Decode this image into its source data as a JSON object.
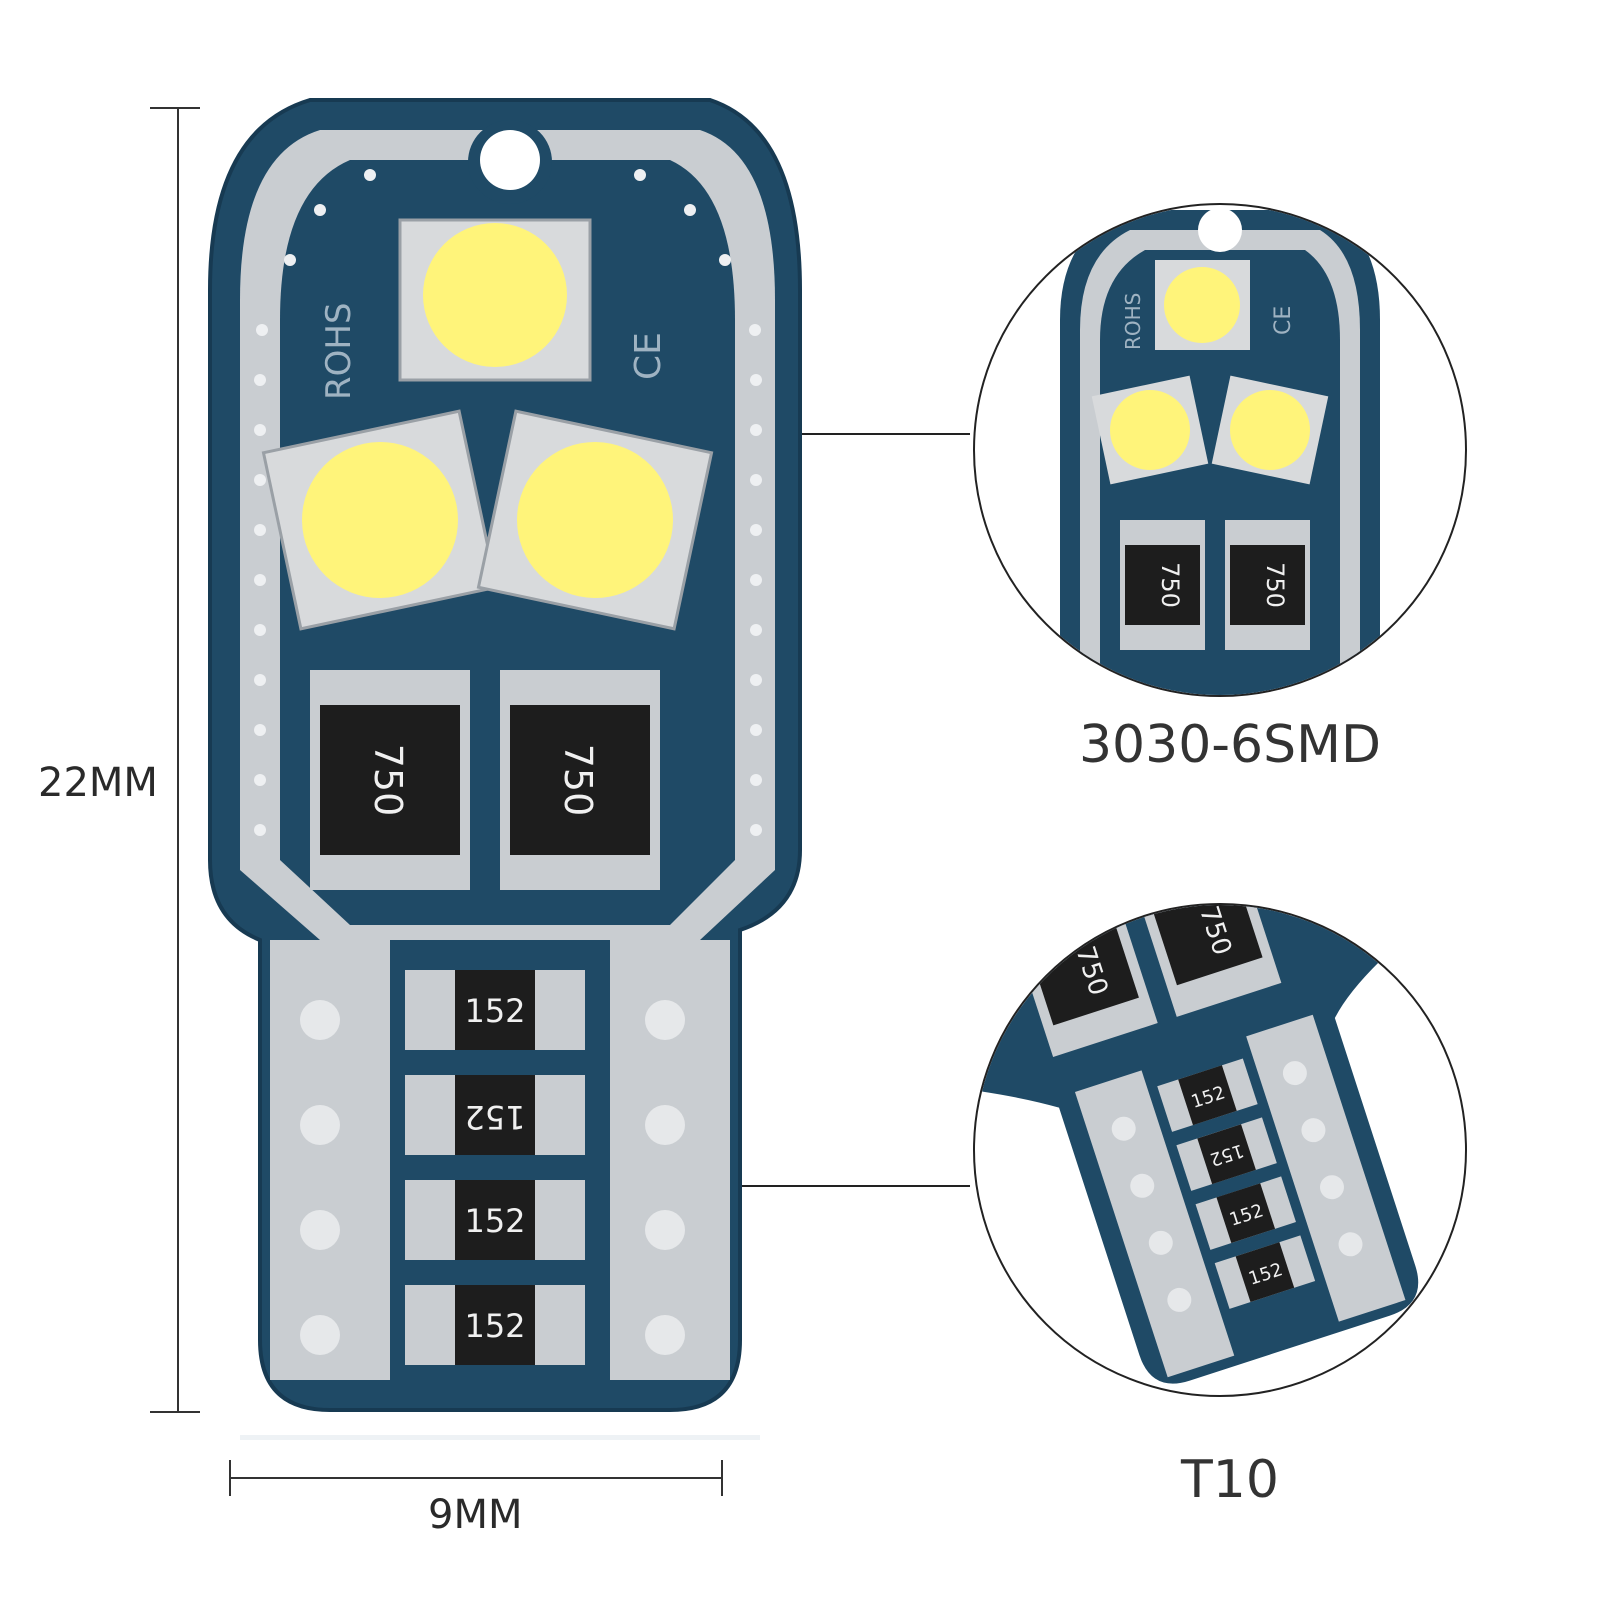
{
  "dimensions": {
    "height_label": "22MM",
    "width_label": "9MM"
  },
  "product": {
    "marks": {
      "rohs": "ROHS",
      "ce": "CE"
    },
    "resistor_large_code": "750",
    "resistor_small_code": "152"
  },
  "callouts": [
    {
      "label": "3030-6SMD"
    },
    {
      "label": "T10"
    }
  ],
  "colors": {
    "pcb": "#1f4a66",
    "pad": "#c9cdd1",
    "led": "#fff47a",
    "resistor": "#1d1d1d"
  }
}
